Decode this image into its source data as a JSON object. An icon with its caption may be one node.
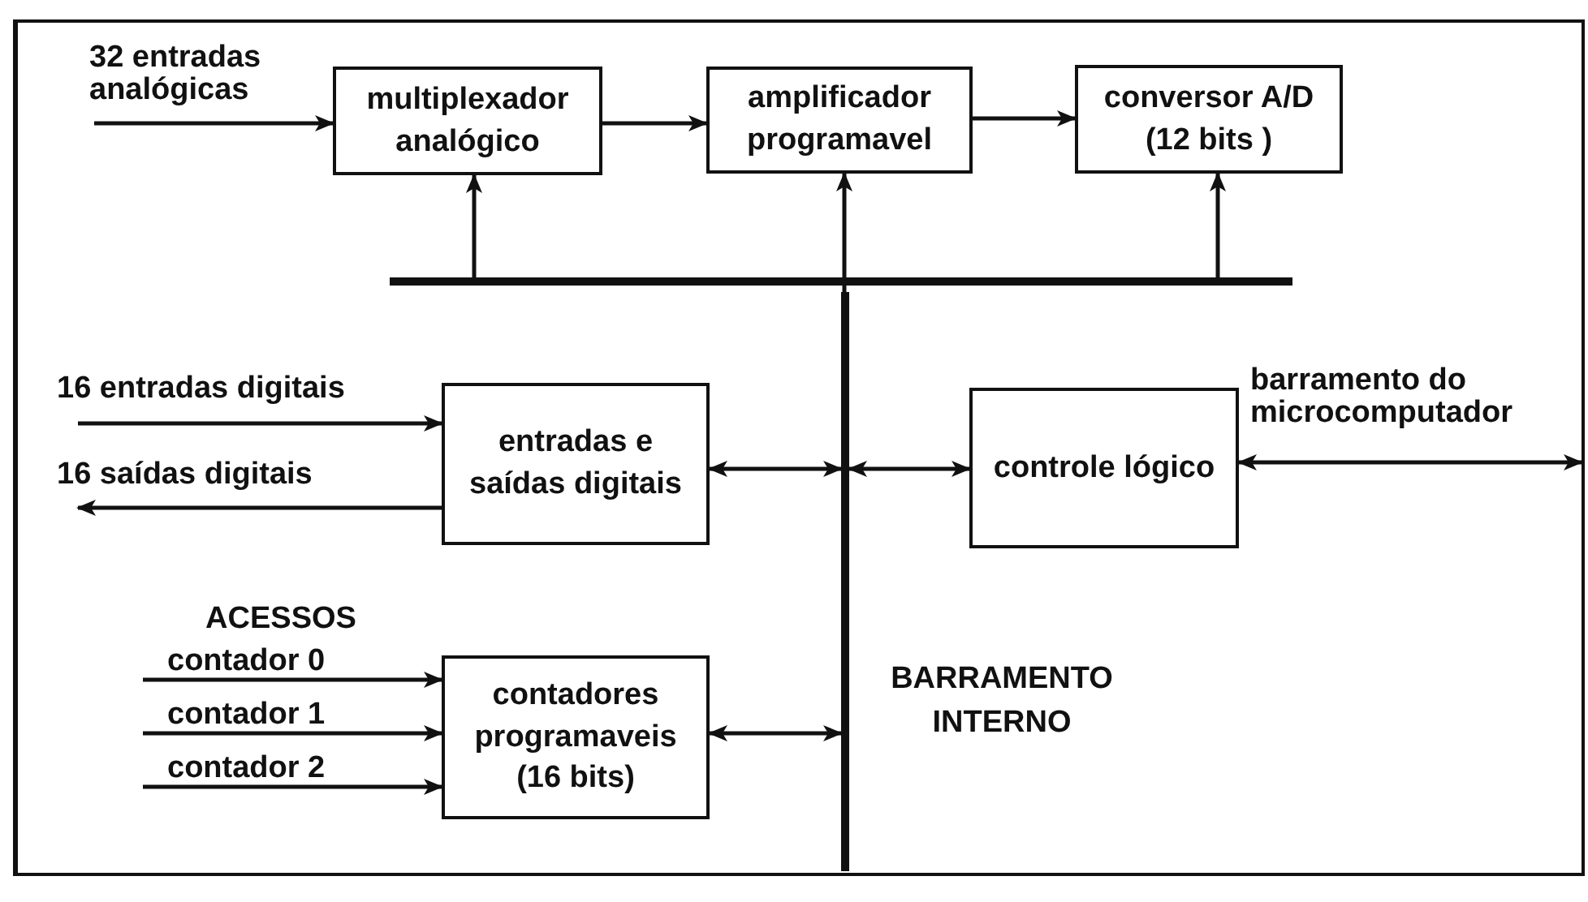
{
  "diagram": {
    "nodes": [
      {
        "text": [
          "multiplexador analógico"
        ]
      },
      {
        "text": [
          "amplificador programavel"
        ]
      },
      {
        "text": [
          "conversor A/D (12 bits )"
        ]
      },
      {
        "text": [],
        "shape": "bar"
      },
      {
        "text": [],
        "shape": "bar",
        "beside": [
          "BARRAMENTO INTERNO"
        ]
      },
      {
        "text": [
          "entradas e saídas digitais"
        ]
      },
      {
        "text": [
          "controle lógico"
        ]
      },
      {
        "text": [
          "contadores programaveis (16 bits)"
        ]
      }
    ],
    "edges": [
      {
        "from": null,
        "to": 0,
        "arrow": "to",
        "label": "32 entradas analógicas"
      },
      {
        "from": 0,
        "to": 1,
        "arrow": "to"
      },
      {
        "from": 1,
        "to": 2,
        "arrow": "to"
      },
      {
        "from": 3,
        "to": 0,
        "arrow": "to"
      },
      {
        "from": 4,
        "to": 1,
        "arrow": "to"
      },
      {
        "from": 3,
        "to": 2,
        "arrow": "to"
      },
      {
        "from": null,
        "to": 5,
        "arrow": "to",
        "label": "16 entradas digitais"
      },
      {
        "from": 5,
        "to": null,
        "arrow": "to",
        "label": "16 saídas digitais"
      },
      {
        "from": 5,
        "to": 4,
        "arrow": "both"
      },
      {
        "from": 4,
        "to": 6,
        "arrow": "both"
      },
      {
        "from": 6,
        "to": null,
        "arrow": "both",
        "label": "barramento do microcomputador"
      },
      {
        "from": null,
        "to": 7,
        "arrow": "to",
        "label": "contador 0"
      },
      {
        "from": null,
        "to": 7,
        "arrow": "to",
        "label": "contador 1"
      },
      {
        "from": null,
        "to": 7,
        "arrow": "to",
        "label": "contador 2"
      },
      {
        "from": 7,
        "to": 4,
        "arrow": "both"
      }
    ],
    "labels": [
      "ACESSOS"
    ]
  }
}
